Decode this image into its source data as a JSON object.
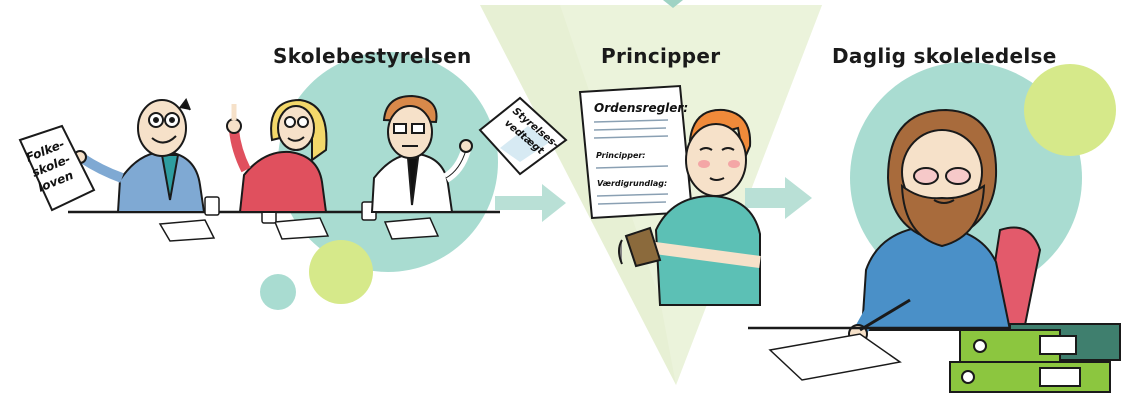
{
  "headings": {
    "board": "Skolebestyrelsen",
    "principles": "Principper",
    "management": "Daglig skoleledelse"
  },
  "documents": {
    "law_line1": "Folke-",
    "law_line2": "skole-",
    "law_line3": "loven",
    "bylaws_line1": "Styrelses-",
    "bylaws_line2": "vedtægt",
    "poster_title": "Ordensregler:",
    "poster_section1": "Principper:",
    "poster_section2": "Værdigrundlag:"
  },
  "colors": {
    "teal_circle": "#a9dcd1",
    "lime_circle": "#d6e98a",
    "funnel": "#e6f0d2",
    "arrow": "#b9e0d6",
    "binder_green": "#8cc63f",
    "binder_dark": "#3f7f6e",
    "chair": "#e35a6b",
    "shirt_blue": "#4a90c8",
    "woman_red": "#e0505e"
  }
}
